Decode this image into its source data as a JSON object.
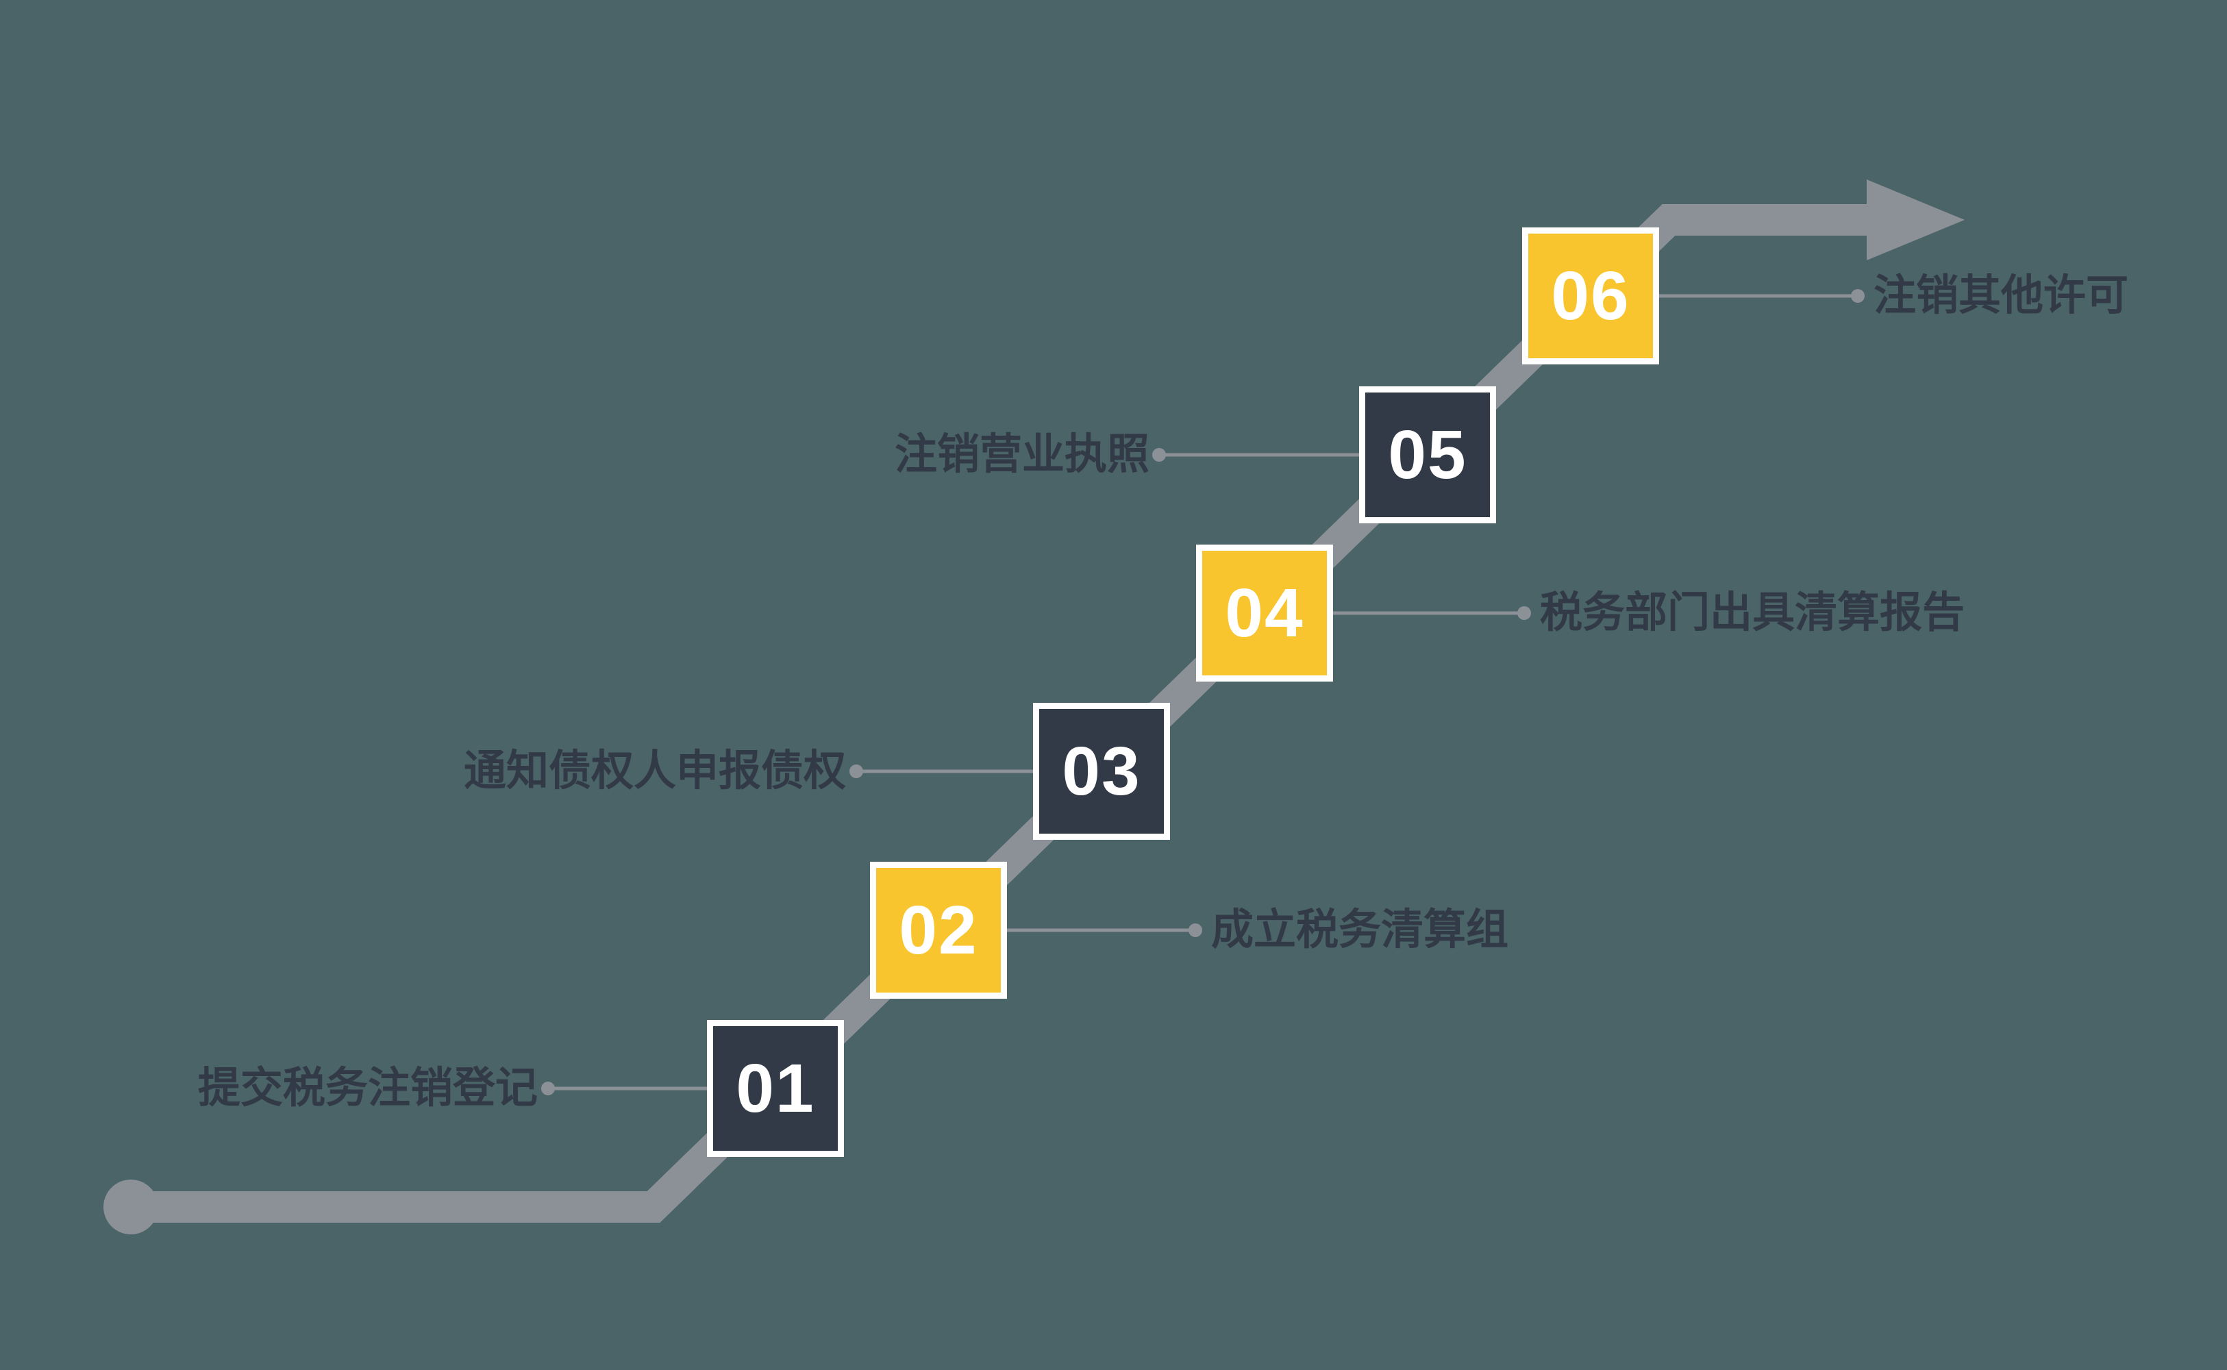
{
  "diagram": {
    "type": "staircase-process",
    "direction": "bottom-left-to-top-right",
    "colors": {
      "background": "#4a6467",
      "dark-square": "#333a47",
      "yellow-square": "#f9c52e",
      "line-gray": "#8c9197",
      "label-text": "#333a47",
      "number-text": "#ffffff"
    },
    "steps": [
      {
        "number": "01",
        "label": "提交税务注销登记",
        "variant": "dark",
        "label_side": "left"
      },
      {
        "number": "02",
        "label": "成立税务清算组",
        "variant": "yellow",
        "label_side": "right"
      },
      {
        "number": "03",
        "label": "通知债权人申报债权",
        "variant": "dark",
        "label_side": "left"
      },
      {
        "number": "04",
        "label": "税务部门出具清算报告",
        "variant": "yellow",
        "label_side": "right"
      },
      {
        "number": "05",
        "label": "注销营业执照",
        "variant": "dark",
        "label_side": "left"
      },
      {
        "number": "06",
        "label": "注销其他许可",
        "variant": "yellow",
        "label_side": "right"
      }
    ]
  }
}
